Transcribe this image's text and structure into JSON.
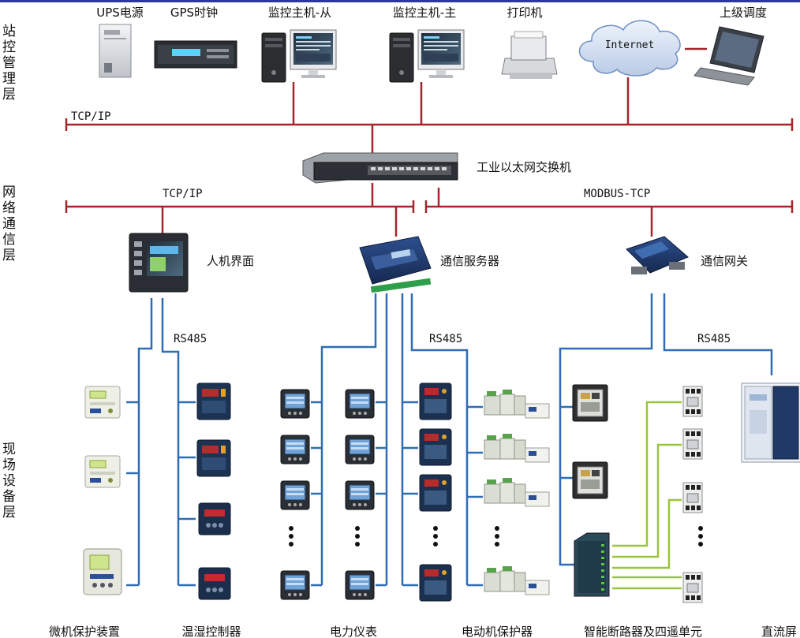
{
  "layers": {
    "station": "站控管理层",
    "network": "网络通信层",
    "field": "现场设备层"
  },
  "top_devices": {
    "ups": "UPS电源",
    "gps": "GPS时钟",
    "monitor_slave": "监控主机-从",
    "monitor_master": "监控主机-主",
    "printer": "打印机",
    "internet": "Internet",
    "upper_dispatch": "上级调度"
  },
  "network": {
    "tcpip_top": "TCP/IP",
    "switch": "工业以太网交换机",
    "tcpip_mid": "TCP/IP",
    "modbus": "MODBUS-TCP",
    "hmi": "人机界面",
    "comm_server": "通信服务器",
    "gateway": "通信网关"
  },
  "field": {
    "rs485_1": "RS485",
    "rs485_2": "RS485",
    "rs485_3": "RS485",
    "bottom_labels": {
      "relay_protection": "微机保护装置",
      "temp_humidity": "温湿控制器",
      "power_meter": "电力仪表",
      "motor_protector": "电动机保护器",
      "smart_breaker": "智能断路器及四遥单元",
      "dc_screen": "直流屏"
    }
  },
  "colors": {
    "bus_red": "#a3262a",
    "rs485_blue": "#2e6db4",
    "io_green": "#9ac43c",
    "layer_bar": "#2b3a9a"
  }
}
